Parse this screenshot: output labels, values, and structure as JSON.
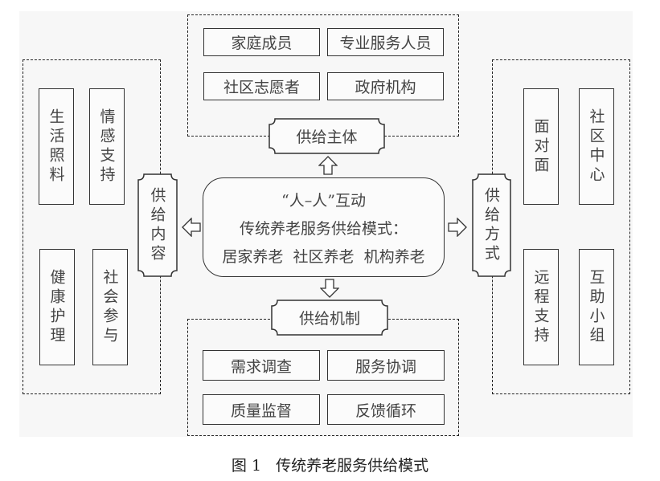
{
  "figure": {
    "caption_number": "图 1",
    "caption_title": "传统养老服务供给模式"
  },
  "center": {
    "line1": "“人–人”互动",
    "line2": "传统养老服务供给模式：",
    "line3": "居家养老  社区养老  机构养老"
  },
  "supply_subject": {
    "label": "供给主体",
    "items": [
      "家庭成员",
      "专业服务人员",
      "社区志愿者",
      "政府机构"
    ]
  },
  "supply_content": {
    "label": "供给内容",
    "items": [
      "生活照料",
      "情感支持",
      "健康护理",
      "社会参与"
    ]
  },
  "supply_method": {
    "label": "供给方式",
    "items": [
      "面对面",
      "社区中心",
      "远程支持",
      "互助小组"
    ]
  },
  "supply_mechanism": {
    "label": "供给机制",
    "items": [
      "需求调查",
      "服务协调",
      "质量监督",
      "反馈循环"
    ]
  },
  "icons": {
    "up": "hollow-arrow-up",
    "down": "hollow-arrow-down",
    "left": "hollow-arrow-left",
    "right": "hollow-arrow-right"
  }
}
